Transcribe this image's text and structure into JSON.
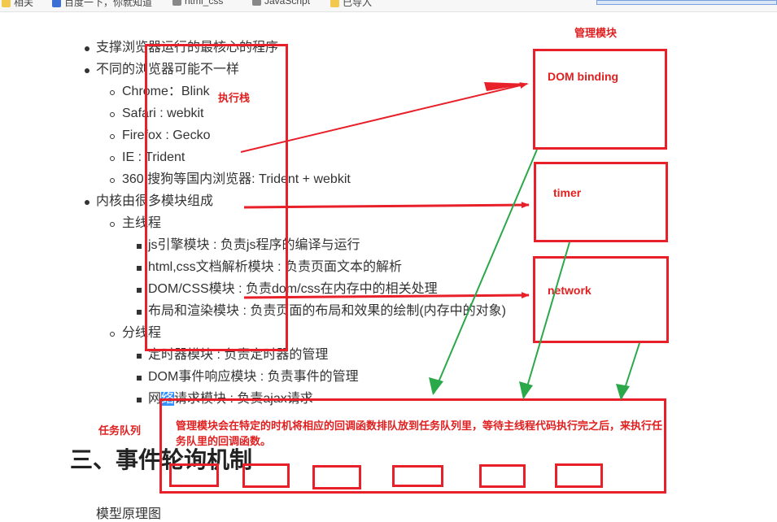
{
  "bookmarks": [
    "相关",
    "百度一下，你就知道",
    "html_css",
    "JavaScript",
    "已导入"
  ],
  "content": {
    "l1_a": "支撑浏览器运行的最核心的程序",
    "l1_b": "不同的浏览器可能不一样",
    "l2_chrome": "Chrome：Blink",
    "l2_safari": "Safari : webkit",
    "l2_firefox": "Firefox : Gecko",
    "l2_ie": "IE : Trident",
    "l2_360": "360,搜狗等国内浏览器: Trident + webkit",
    "l1_c": "内核由很多模块组成",
    "l2_main": "主线程",
    "l3_js": "js引擎模块 : 负责js程序的编译与运行",
    "l3_html": "html,css文档解析模块 : 负责页面文本的解析",
    "l3_dom": "DOM/CSS模块 : 负责dom/css在内存中的相关处理",
    "l3_layout": "布局和渲染模块 : 负责页面的布局和效果的绘制(内存中的对象)",
    "l2_branch": "分线程",
    "l3_timer": "定时器模块 : 负责定时器的管理",
    "l3_event": "DOM事件响应模块 : 负责事件的管理",
    "l3_net_pre": "网",
    "l3_net_hl": "络",
    "l3_net_post": "请求模块 : 负责ajax请求",
    "heading": "三、事件轮询机制",
    "cut_text": "模型原理图"
  },
  "annotations": {
    "exec_stack": "执行栈",
    "mgmt": "管理模块",
    "dom_binding": "DOM binding",
    "timer": "timer",
    "network": "network",
    "task_queue": "任务队列",
    "queue_note": "管理模块会在特定的时机将相应的回调函数排队放到任务队列里，等待主线程代码执行完之后，来执行任务队里的回调函数。"
  },
  "colors": {
    "annotation_red": "#e8202a",
    "arrow_green": "#2aa84a",
    "highlight_blue": "#3390ff"
  }
}
